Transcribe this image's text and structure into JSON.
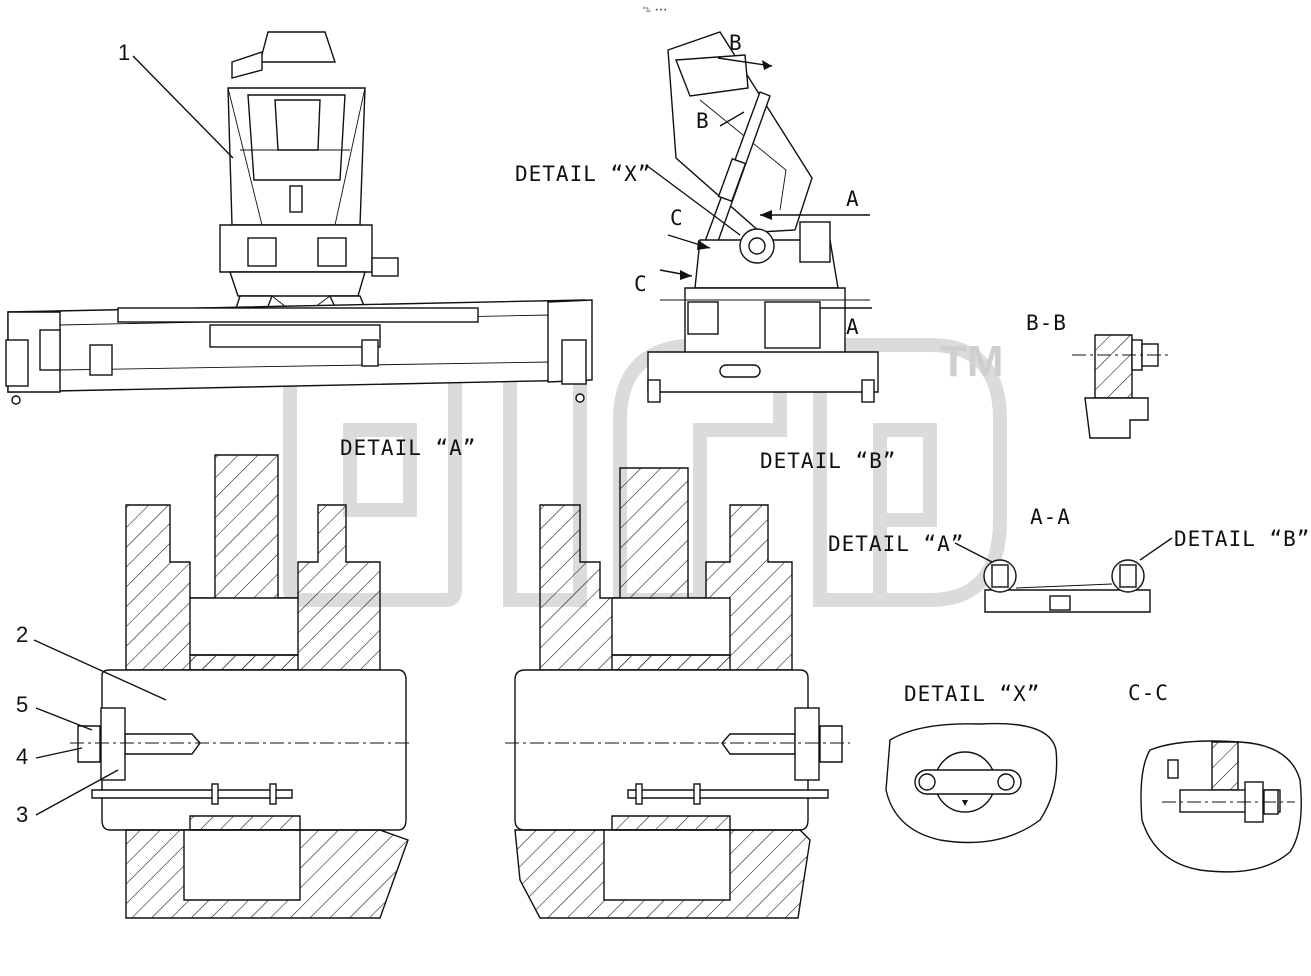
{
  "watermark": {
    "tm": "TM"
  },
  "top_mark": "°‰ ∙∙∙",
  "section_labels": {
    "b_top": "B",
    "b_mid": "B",
    "detail_x_top": "DETAIL “X”",
    "c_upper": "C",
    "c_lower": "C",
    "a_upper": "A",
    "a_lower": "A",
    "bb": "B-B",
    "detail_a_main": "DETAIL “A”",
    "detail_b_main": "DETAIL “B”",
    "aa": "A-A",
    "detail_a_small": "DETAIL “A”",
    "detail_b_small": "DETAIL “B”",
    "detail_x_small": "DETAIL “X”",
    "cc": "C-C"
  },
  "callouts": [
    "1",
    "2",
    "5",
    "4",
    "3"
  ]
}
